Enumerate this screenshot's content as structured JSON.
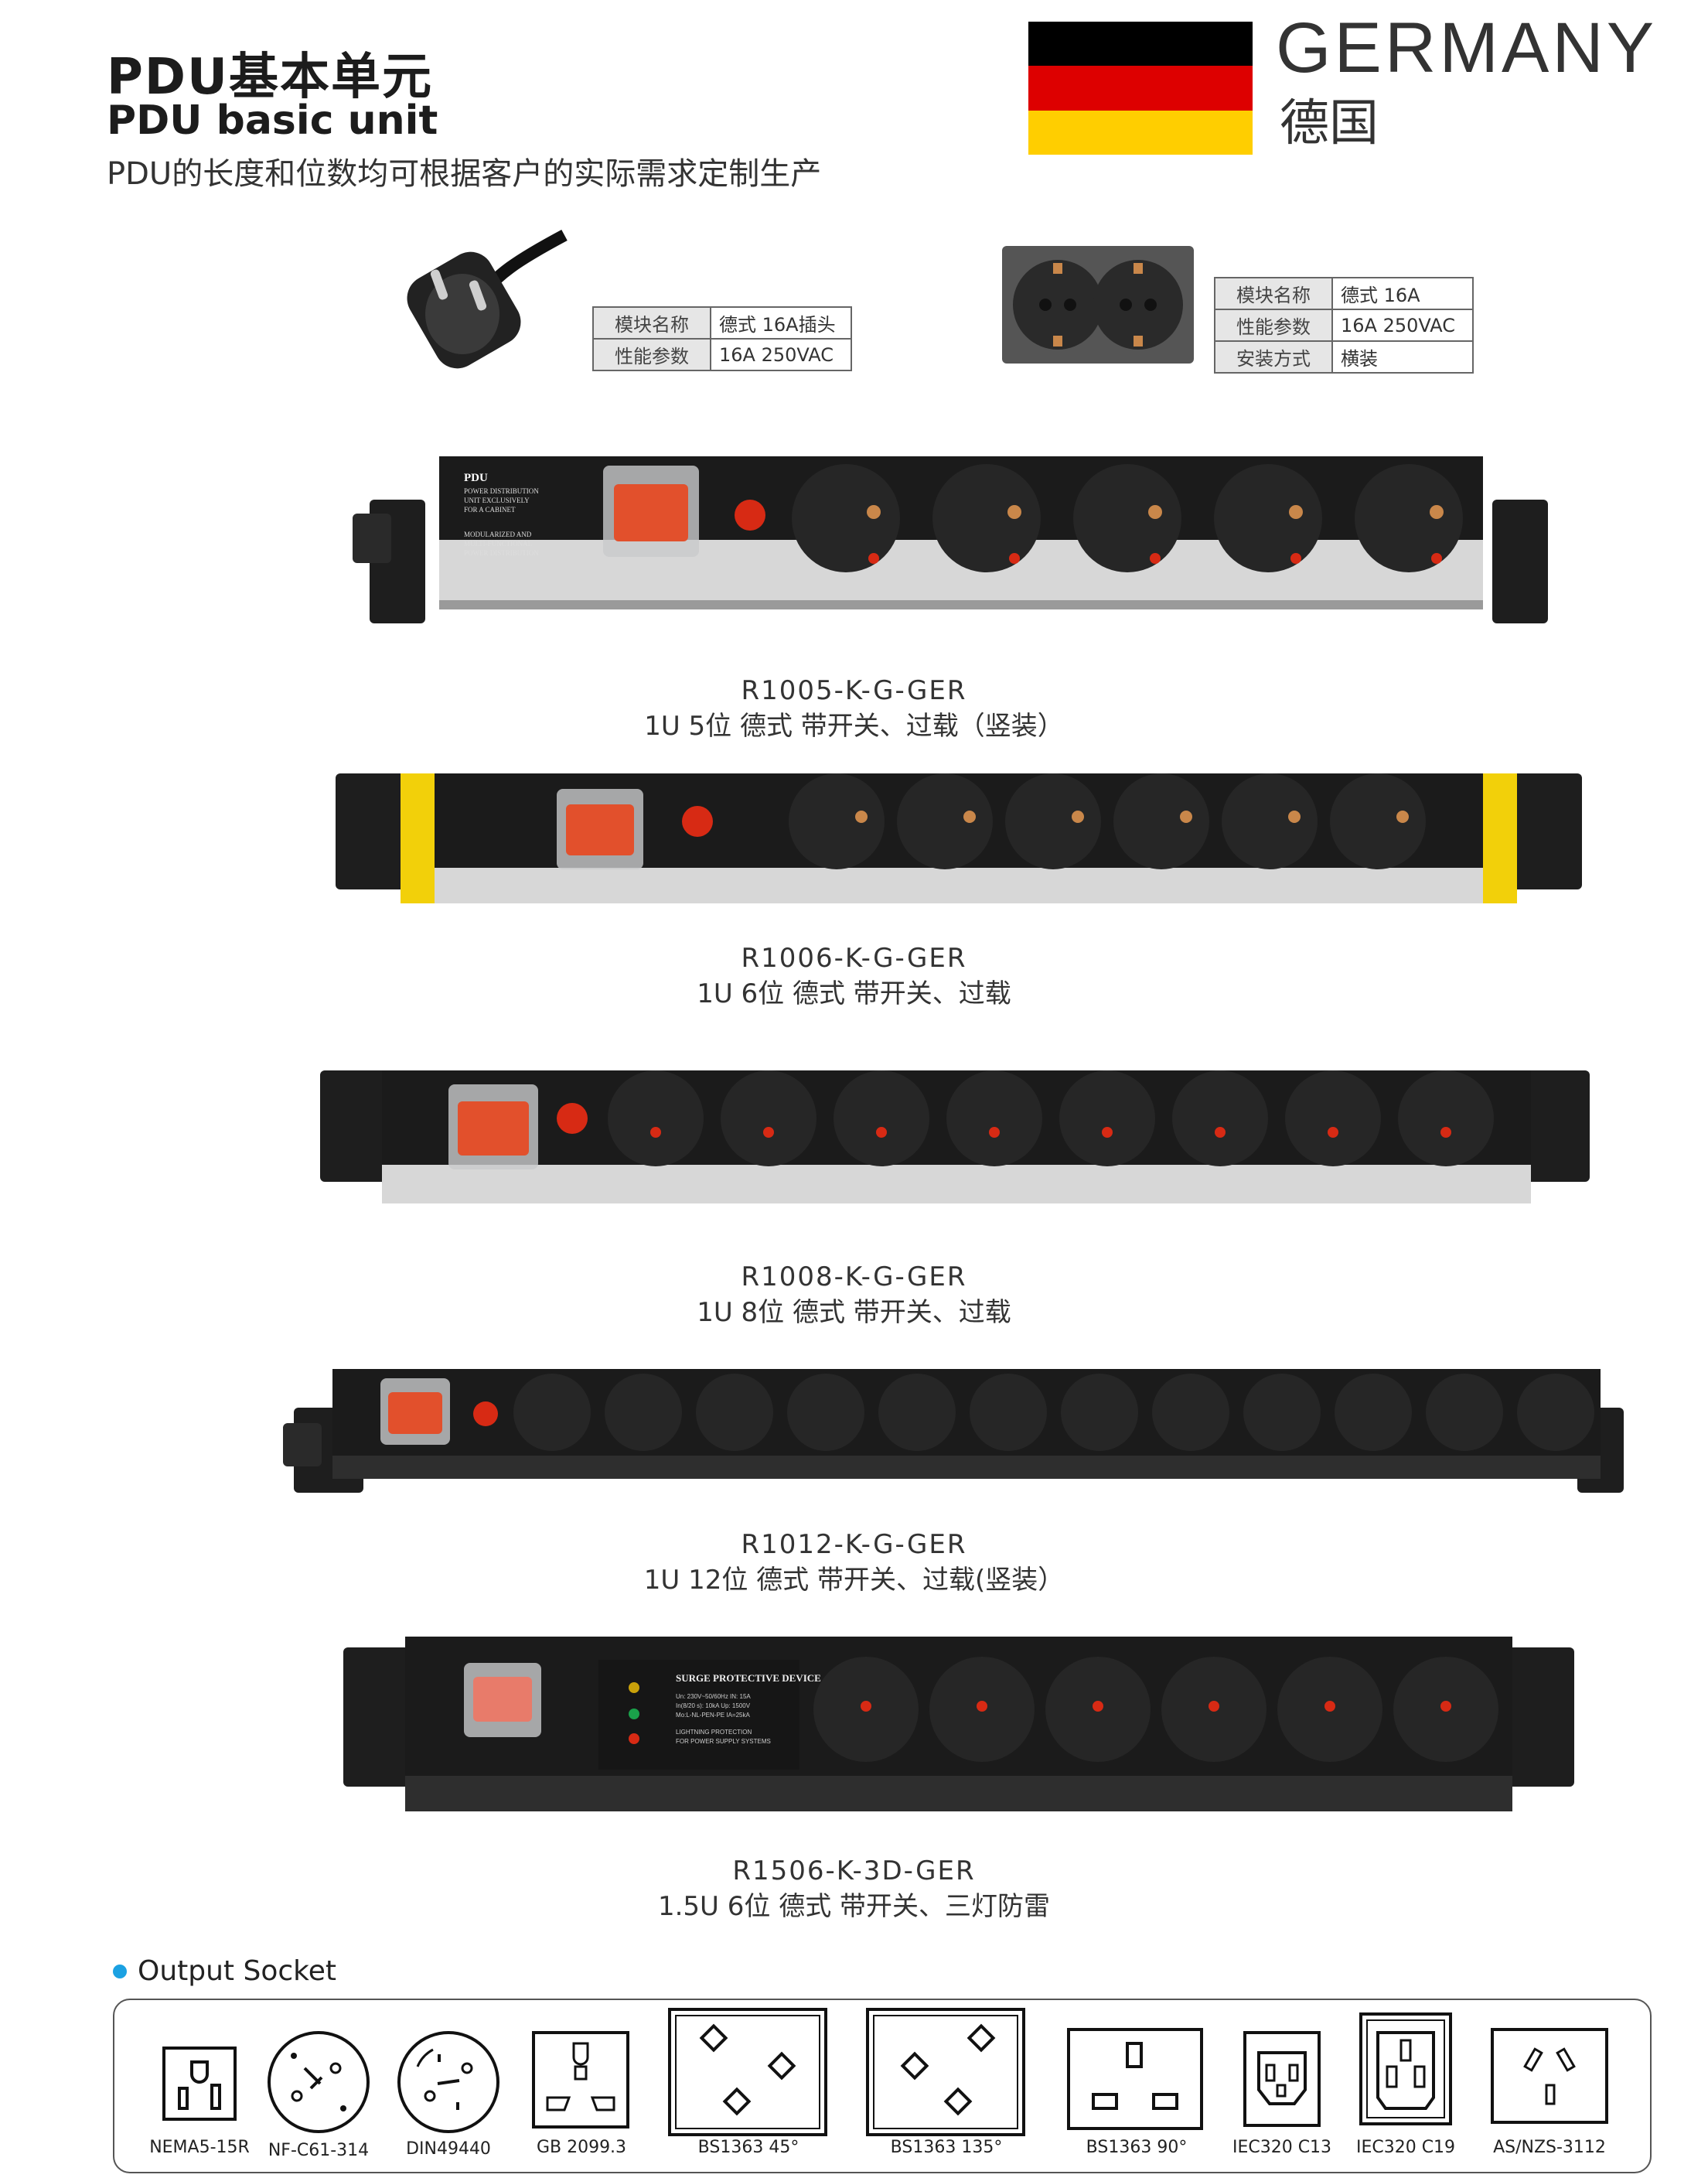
{
  "header": {
    "title_cn": "PDU基本单元",
    "title_en": "PDU basic unit",
    "subtitle": "PDU的长度和位数均可根据客户的实际需求定制生产",
    "country_en": "GERMANY",
    "country_cn": "德国",
    "flag_colors": [
      "#000000",
      "#dd0000",
      "#ffce00"
    ]
  },
  "modules": [
    {
      "rows": [
        {
          "key": "模块名称",
          "value": "德式 16A插头"
        },
        {
          "key": "性能参数",
          "value": "16A 250VAC"
        }
      ]
    },
    {
      "rows": [
        {
          "key": "模块名称",
          "value": "德式 16A"
        },
        {
          "key": "性能参数",
          "value": "16A 250VAC"
        },
        {
          "key": "安装方式",
          "value": "横装"
        }
      ]
    }
  ],
  "products": [
    {
      "code": "R1005-K-G-GER",
      "desc": "1U 5位 德式 带开关、过载（竖装）",
      "outlets": 5,
      "housing": "silver"
    },
    {
      "code": "R1006-K-G-GER",
      "desc": "1U 6位 德式 带开关、过载",
      "outlets": 6,
      "housing": "silver-yellow"
    },
    {
      "code": "R1008-K-G-GER",
      "desc": "1U 8位 德式 带开关、过载",
      "outlets": 8,
      "housing": "silver"
    },
    {
      "code": "R1012-K-G-GER",
      "desc": "1U 12位 德式 带开关、过载(竖装）",
      "outlets": 12,
      "housing": "black"
    },
    {
      "code": "R1506-K-3D-GER",
      "desc": "1.5U 6位 德式 带开关、三灯防雷",
      "outlets": 6,
      "housing": "black"
    }
  ],
  "panel_text": {
    "pdu": "PDU",
    "pdu_line1": "POWER DISTRIBUTION",
    "pdu_line2": "UNIT EXCLUSIVELY",
    "pdu_line3": "FOR A CABINET",
    "mod_line1": "MODULARIZED AND",
    "mod_line2": "MULTI-FUNCTIONAL",
    "mod_line3": "POWER DISTRIBUTION",
    "mod_line4": "UNIT",
    "surge_title": "SURGE PROTECTIVE DEVICE",
    "surge_line1": "Un: 230V~50/60Hz   IN: 15A",
    "surge_line2": "In(8/20 s): 10kA   Up: 1500V",
    "surge_line3": "Mo:L-NL-PEN-PE   IA=25kA",
    "surge_line4": "LIGHTNING PROTECTION",
    "surge_line5": "FOR POWER SUPPLY SYSTEMS"
  },
  "output_socket": {
    "label": "Output Socket",
    "accent": "#1ba1e2",
    "sockets": [
      {
        "name": "NEMA5-15R"
      },
      {
        "name": "NF-C61-314"
      },
      {
        "name": "DIN49440"
      },
      {
        "name": "GB 2099.3"
      },
      {
        "name": "BS1363 45°"
      },
      {
        "name": "BS1363 135°"
      },
      {
        "name": "BS1363 90°"
      },
      {
        "name": "IEC320 C13"
      },
      {
        "name": "IEC320 C19"
      },
      {
        "name": "AS/NZS-3112"
      }
    ]
  }
}
